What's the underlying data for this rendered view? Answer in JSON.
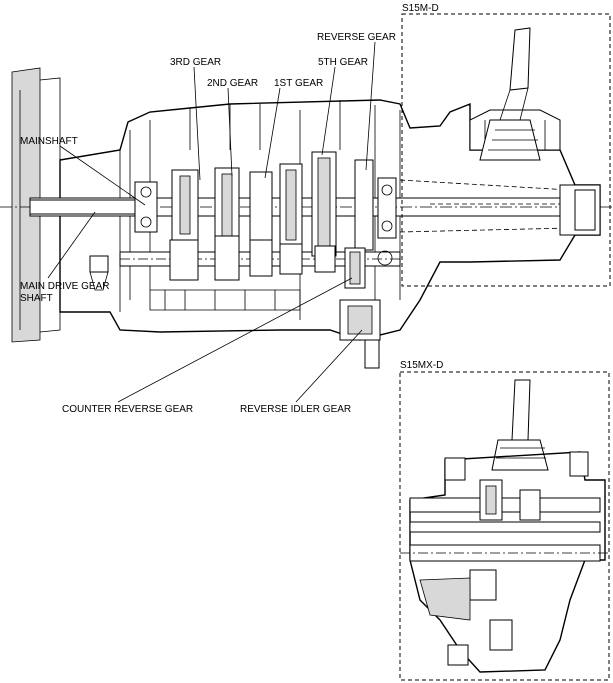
{
  "diagram": {
    "labels": {
      "reverse_gear": "REVERSE GEAR",
      "fifth_gear": "5TH GEAR",
      "third_gear": "3RD GEAR",
      "second_gear": "2ND GEAR",
      "first_gear": "1ST GEAR",
      "mainshaft": "MAINSHAFT",
      "main_drive_line1": "MAIN DRIVE GEAR",
      "main_drive_line2": "SHAFT",
      "counter_reverse_gear": "COUNTER REVERSE GEAR",
      "reverse_idler_gear": "REVERSE IDLER GEAR"
    },
    "insets": {
      "top": "S15M-D",
      "bottom": "S15MX-D"
    }
  }
}
